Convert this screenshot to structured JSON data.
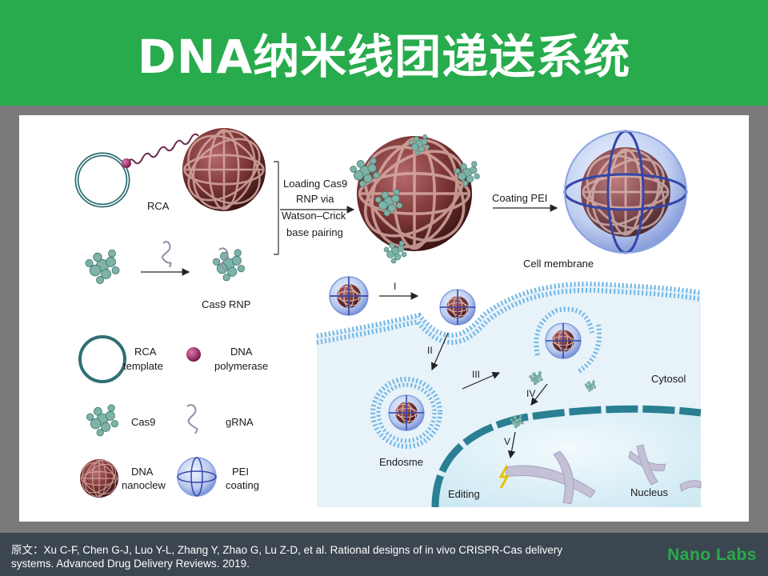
{
  "slide": {
    "title": "DNA纳米线团递送系统",
    "citation": "原文：Xu C-F, Chen G-J, Luo Y-L, Zhang Y, Zhao G, Lu Z-D, et al. Rational designs of in vivo CRISPR-Cas delivery systems.  Advanced Drug Delivery Reviews. 2019.",
    "brand": "Nano Labs"
  },
  "diagram": {
    "rca_label": "RCA",
    "loading_line1": "Loading Cas9",
    "loading_line2": "RNP via",
    "loading_line3": "Watson–Crick",
    "loading_line4": "base pairing",
    "coating_label": "Coating PEI",
    "cas9_rnp_label": "Cas9 RNP",
    "cell_membrane_label": "Cell membrane",
    "cytosol_label": "Cytosol",
    "endosome_label": "Endosme",
    "nucleus_label": "Nucleus",
    "editing_label": "Editing",
    "steps": [
      "I",
      "II",
      "III",
      "IV",
      "V"
    ],
    "legend": {
      "rca_template_1": "RCA",
      "rca_template_2": "template",
      "dna_polymerase_1": "DNA",
      "dna_polymerase_2": "polymerase",
      "cas9": "Cas9",
      "grna": "gRNA",
      "dna_nanoclew_1": "DNA",
      "dna_nanoclew_2": "nanoclew",
      "pei_coating_1": "PEI",
      "pei_coating_2": "coating"
    }
  },
  "colors": {
    "header_green": "#27ab4c",
    "nanoclew_brown": "#7a3434",
    "pei_blue": "#6d8fd6",
    "membrane_blue": "#6fb6e6",
    "footer_dark": "#3c4650"
  }
}
